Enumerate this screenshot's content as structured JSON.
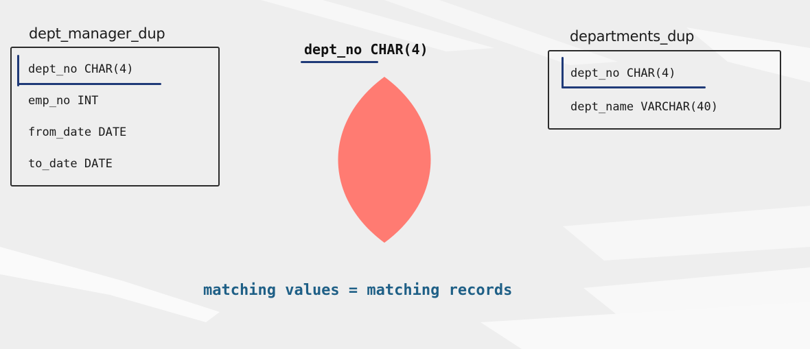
{
  "colors": {
    "background": "#eeeeee",
    "key_marker": "#1f3a78",
    "intersection": "#ff7b72",
    "caption": "#1e5f86"
  },
  "left_table": {
    "title": "dept_manager_dup",
    "fields": [
      "dept_no CHAR(4)",
      "emp_no INT",
      "from_date DATE",
      "to_date DATE"
    ]
  },
  "right_table": {
    "title": "departments_dup",
    "fields": [
      "dept_no CHAR(4)",
      "dept_name VARCHAR(40)"
    ]
  },
  "join_key": {
    "label_key": "dept_no",
    "label_type": " CHAR(4)"
  },
  "caption": "matching values = matching records"
}
